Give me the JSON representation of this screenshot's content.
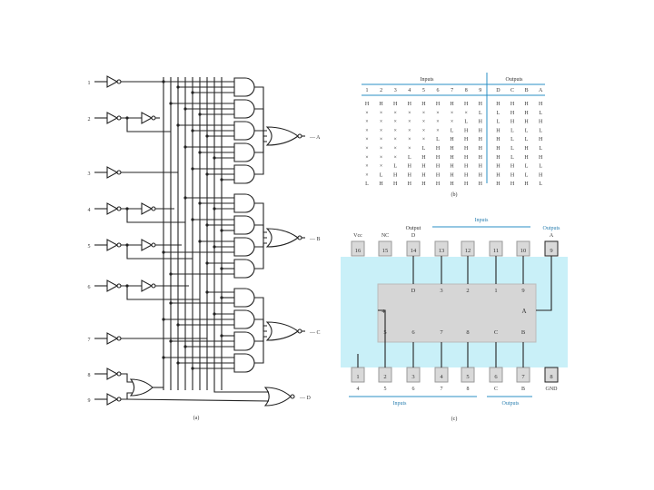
{
  "circuit": {
    "input_labels": [
      "1",
      "2",
      "3",
      "4",
      "5",
      "6",
      "7",
      "8",
      "9"
    ],
    "output_labels": [
      "A",
      "B",
      "C",
      "D"
    ],
    "caption": "(a)"
  },
  "truth_table": {
    "group_inputs": "Inputs",
    "group_outputs": "Outputs",
    "headers": [
      "1",
      "2",
      "3",
      "4",
      "5",
      "6",
      "7",
      "8",
      "9",
      "D",
      "C",
      "B",
      "A"
    ],
    "rows": [
      [
        "H",
        "H",
        "H",
        "H",
        "H",
        "H",
        "H",
        "H",
        "H",
        "H",
        "H",
        "H",
        "H"
      ],
      [
        "×",
        "×",
        "×",
        "×",
        "×",
        "×",
        "×",
        "×",
        "L",
        "L",
        "H",
        "H",
        "L"
      ],
      [
        "×",
        "×",
        "×",
        "×",
        "×",
        "×",
        "×",
        "L",
        "H",
        "L",
        "H",
        "H",
        "H"
      ],
      [
        "×",
        "×",
        "×",
        "×",
        "×",
        "×",
        "L",
        "H",
        "H",
        "H",
        "L",
        "L",
        "L"
      ],
      [
        "×",
        "×",
        "×",
        "×",
        "×",
        "L",
        "H",
        "H",
        "H",
        "H",
        "L",
        "L",
        "H"
      ],
      [
        "×",
        "×",
        "×",
        "×",
        "L",
        "H",
        "H",
        "H",
        "H",
        "H",
        "L",
        "H",
        "L"
      ],
      [
        "×",
        "×",
        "×",
        "L",
        "H",
        "H",
        "H",
        "H",
        "H",
        "H",
        "L",
        "H",
        "H"
      ],
      [
        "×",
        "×",
        "L",
        "H",
        "H",
        "H",
        "H",
        "H",
        "H",
        "H",
        "H",
        "L",
        "L"
      ],
      [
        "×",
        "L",
        "H",
        "H",
        "H",
        "H",
        "H",
        "H",
        "H",
        "H",
        "H",
        "L",
        "H"
      ],
      [
        "L",
        "H",
        "H",
        "H",
        "H",
        "H",
        "H",
        "H",
        "H",
        "H",
        "H",
        "H",
        "L"
      ]
    ],
    "caption": "(b)"
  },
  "chip": {
    "top_group_labels": {
      "vcc": "Vcc",
      "nc": "NC",
      "output_d": "Output",
      "output_d_letter": "D",
      "inputs": "Inputs",
      "outputs": "Outputs",
      "output_a_letter": "A"
    },
    "top_pins": [
      "16",
      "15",
      "14",
      "13",
      "12",
      "11",
      "10",
      "9"
    ],
    "bottom_pins": [
      "1",
      "2",
      "3",
      "4",
      "5",
      "6",
      "7",
      "8"
    ],
    "bottom_labels": [
      "4",
      "5",
      "6",
      "7",
      "8",
      "C",
      "B",
      "GND"
    ],
    "bottom_group_inputs": "Inputs",
    "bottom_group_outputs": "Outputs",
    "inner_top": [
      "D",
      "3",
      "2",
      "1",
      "9"
    ],
    "inner_left": "4",
    "inner_right": "A",
    "inner_bottom": [
      "5",
      "6",
      "7",
      "8",
      "C",
      "B"
    ],
    "caption": "(c)"
  },
  "colors": {
    "chip_body": "#c9f0f8",
    "chip_inner": "#d6d6d6",
    "pin": "#d9d9d9",
    "accent": "#2a8fc4"
  }
}
